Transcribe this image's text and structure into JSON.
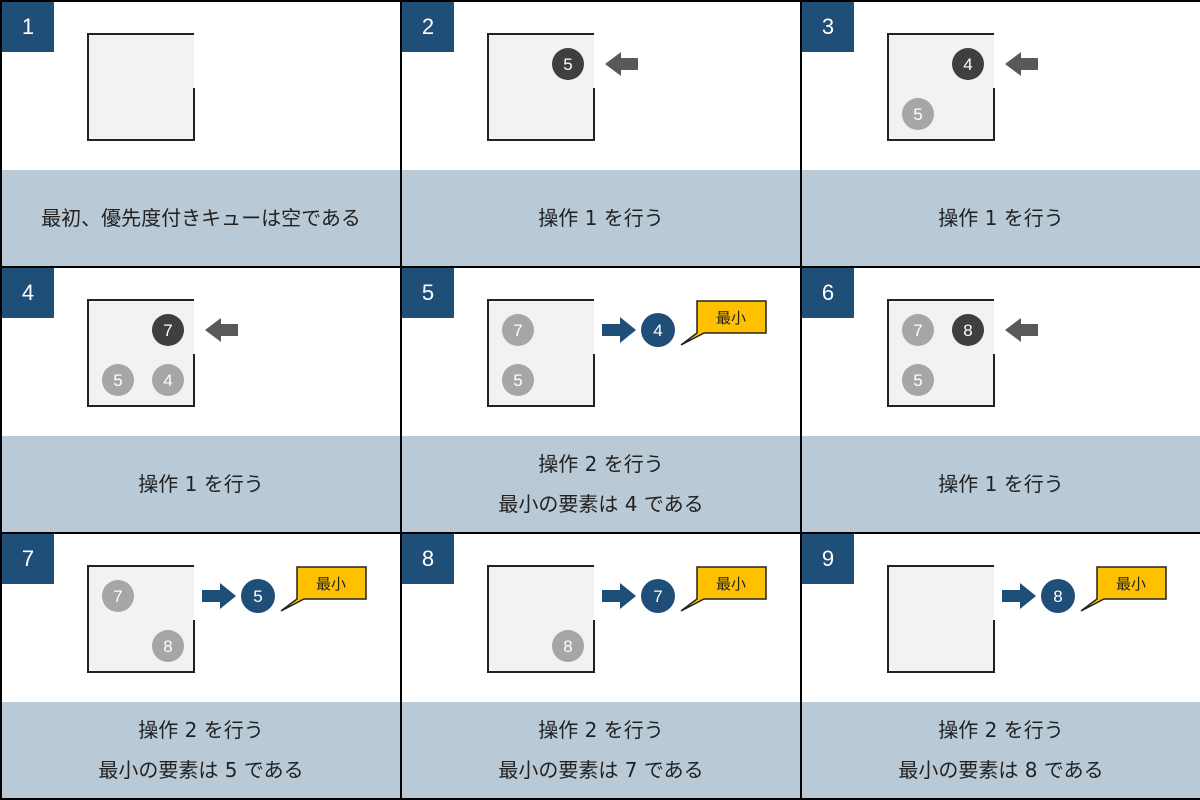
{
  "colors": {
    "box_fill": "#f2f2f2",
    "box_stroke": "#222222",
    "dark_ball": "#3f3f3f",
    "light_ball": "#a6a6a6",
    "removed_ball": "#1f4e79",
    "arrow_in": "#595959",
    "arrow_out": "#1f4e79",
    "balloon_fill": "#ffc000",
    "number_bg": "#1f4e79",
    "caption_bg": "#b9c9d6"
  },
  "panels": [
    {
      "number": "1",
      "caption": [
        "最初、優先度付きキューは空である"
      ],
      "balls": [],
      "arrow": "none",
      "removed": null,
      "balloon": null
    },
    {
      "number": "2",
      "caption": [
        "操作 1 を行う"
      ],
      "balls": [
        {
          "label": "5",
          "style": "dark",
          "slot": "top-right"
        }
      ],
      "arrow": "in",
      "removed": null,
      "balloon": null
    },
    {
      "number": "3",
      "caption": [
        "操作 1 を行う"
      ],
      "balls": [
        {
          "label": "4",
          "style": "dark",
          "slot": "top-right"
        },
        {
          "label": "5",
          "style": "light",
          "slot": "bottom-left"
        }
      ],
      "arrow": "in",
      "removed": null,
      "balloon": null
    },
    {
      "number": "4",
      "caption": [
        "操作 1 を行う"
      ],
      "balls": [
        {
          "label": "7",
          "style": "dark",
          "slot": "top-right"
        },
        {
          "label": "5",
          "style": "light",
          "slot": "bottom-left"
        },
        {
          "label": "4",
          "style": "light",
          "slot": "bottom-right"
        }
      ],
      "arrow": "in",
      "removed": null,
      "balloon": null
    },
    {
      "number": "5",
      "caption": [
        "操作 2 を行う",
        "最小の要素は 4 である"
      ],
      "balls": [
        {
          "label": "7",
          "style": "light",
          "slot": "top-left"
        },
        {
          "label": "5",
          "style": "light",
          "slot": "bottom-left"
        }
      ],
      "arrow": "out",
      "removed": "4",
      "balloon": "最小"
    },
    {
      "number": "6",
      "caption": [
        "操作 1 を行う"
      ],
      "balls": [
        {
          "label": "7",
          "style": "light",
          "slot": "top-left"
        },
        {
          "label": "8",
          "style": "dark",
          "slot": "top-right"
        },
        {
          "label": "5",
          "style": "light",
          "slot": "bottom-left"
        }
      ],
      "arrow": "in",
      "removed": null,
      "balloon": null
    },
    {
      "number": "7",
      "caption": [
        "操作 2 を行う",
        "最小の要素は 5 である"
      ],
      "balls": [
        {
          "label": "7",
          "style": "light",
          "slot": "top-left"
        },
        {
          "label": "8",
          "style": "light",
          "slot": "bottom-right"
        }
      ],
      "arrow": "out",
      "removed": "5",
      "balloon": "最小"
    },
    {
      "number": "8",
      "caption": [
        "操作 2 を行う",
        "最小の要素は 7 である"
      ],
      "balls": [
        {
          "label": "8",
          "style": "light",
          "slot": "bottom-right"
        }
      ],
      "arrow": "out",
      "removed": "7",
      "balloon": "最小"
    },
    {
      "number": "9",
      "caption": [
        "操作 2 を行う",
        "最小の要素は 8 である"
      ],
      "balls": [],
      "arrow": "out",
      "removed": "8",
      "balloon": "最小"
    }
  ]
}
